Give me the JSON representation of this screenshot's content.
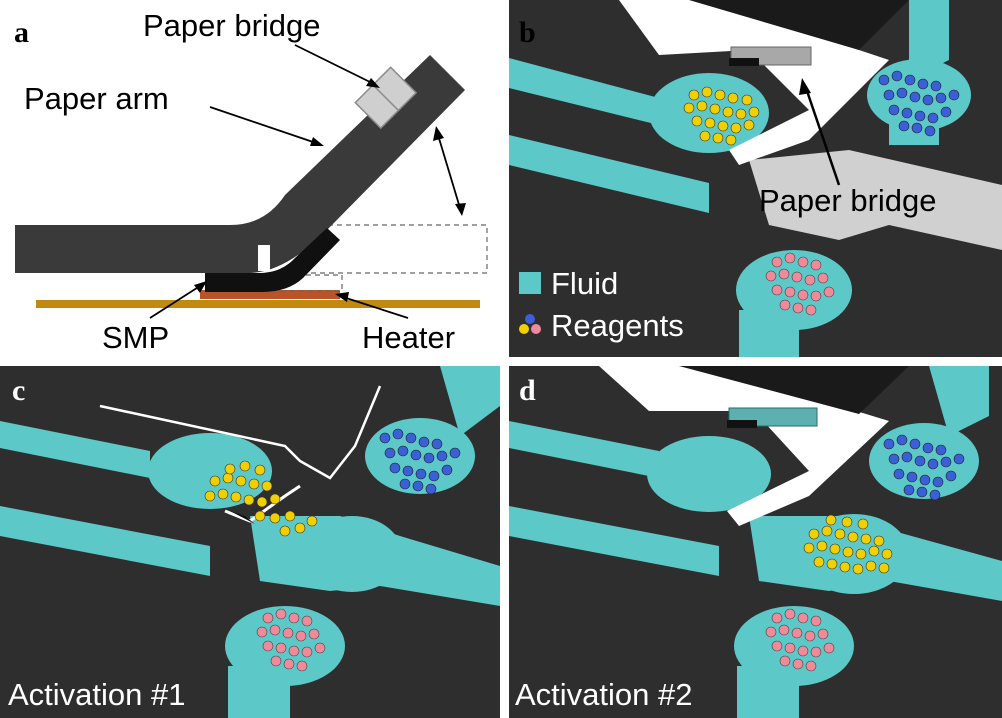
{
  "panels": {
    "a": {
      "letter": "a",
      "labels": {
        "paper_bridge": "Paper bridge",
        "paper_arm": "Paper arm",
        "smp": "SMP",
        "heater": "Heater"
      }
    },
    "b": {
      "letter": "b",
      "labels": {
        "paper_bridge": "Paper bridge"
      },
      "legend": {
        "fluid": "Fluid",
        "reagents": "Reagents"
      }
    },
    "c": {
      "letter": "c",
      "caption": "Activation #1"
    },
    "d": {
      "letter": "d",
      "caption": "Activation #2"
    }
  },
  "colors": {
    "fluid": "#5cc8c8",
    "substrate": "#2e2e2e",
    "paper": "#ffffff",
    "bridge": "#c9c9c9",
    "smp": "#111111",
    "heater": "#c08a10",
    "heater_element": "#b8542a",
    "reagent_yellow": "#f2d000",
    "reagent_blue": "#3a5fd6",
    "reagent_pink": "#f08a9a"
  }
}
